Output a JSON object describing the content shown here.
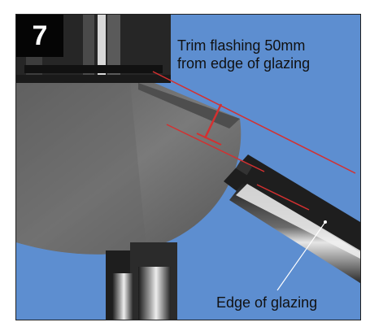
{
  "step": {
    "number": "7"
  },
  "annotations": {
    "trim_flashing": [
      "Trim flashing 50mm",
      "from edge of glazing"
    ],
    "edge_of_glazing": "Edge of glazing"
  },
  "colors": {
    "background": "#5d8ed0",
    "flashing": "#6e6e6e",
    "frame_dark": "#2a2a2a",
    "guide_line": "#d43030",
    "badge": "#050505"
  }
}
